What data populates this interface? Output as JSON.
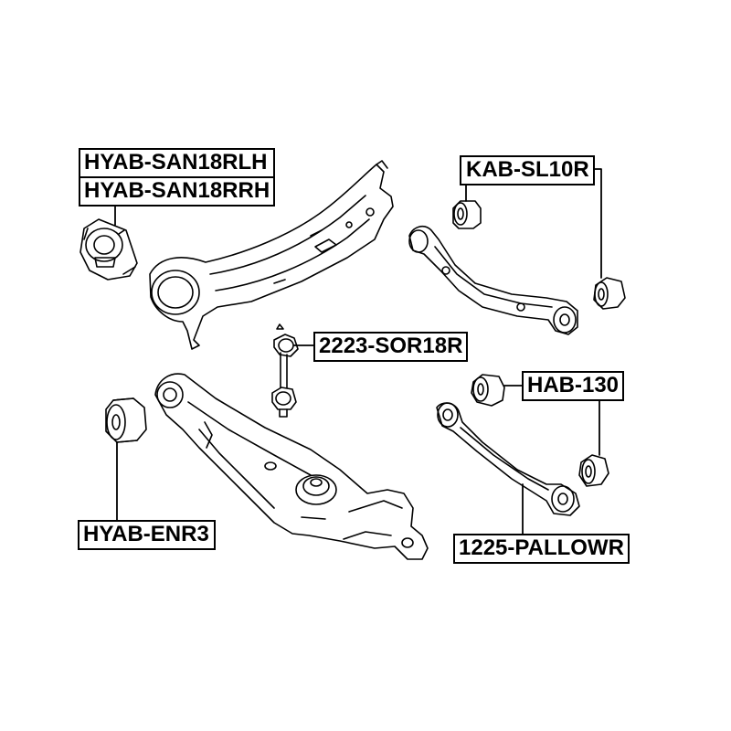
{
  "labels": {
    "hyab_san18rlh": "HYAB-SAN18RLH",
    "hyab_san18rrh": "HYAB-SAN18RRH",
    "kab_sl10r": "KAB-SL10R",
    "sor18r": "2223-SOR18R",
    "hab_130": "HAB-130",
    "hyab_enr3": "HYAB-ENR3",
    "pallowr": "1225-PALLOWR"
  },
  "colors": {
    "line": "#000000",
    "fill": "#ffffff",
    "background": "#ffffff"
  }
}
